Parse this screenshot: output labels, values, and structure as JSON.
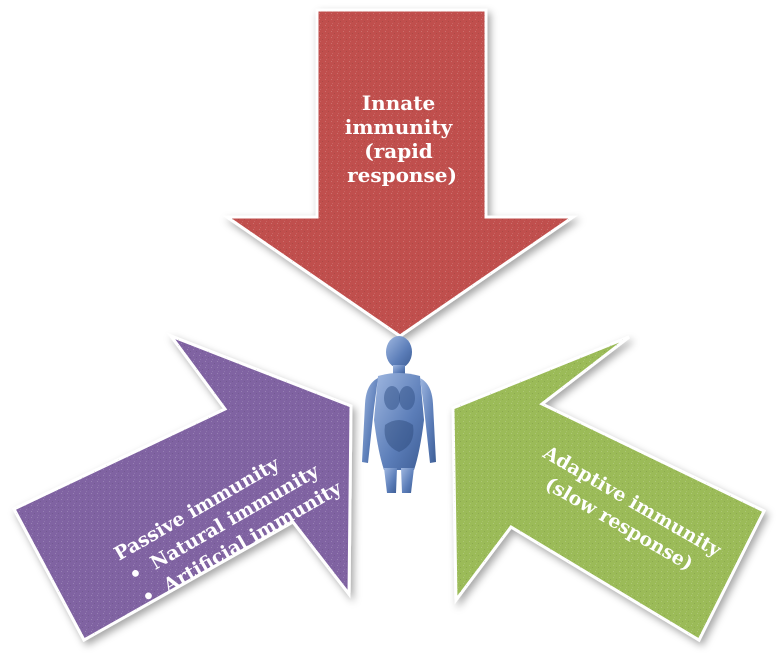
{
  "innate": {
    "lines": [
      "Innate",
      "immunity",
      "(rapid",
      "response)"
    ],
    "color": "#c0504d"
  },
  "passive": {
    "title": "Passive immunity",
    "items": [
      "Natural immunity",
      "Artificial immunity"
    ],
    "bullet": "•",
    "color": "#8064a2"
  },
  "adaptive": {
    "lines": [
      "Adaptive immunity",
      "(slow response)"
    ],
    "color": "#9bbb59"
  },
  "body_figure": {
    "icon": "human-body-icon",
    "color": "#5b7db8"
  }
}
